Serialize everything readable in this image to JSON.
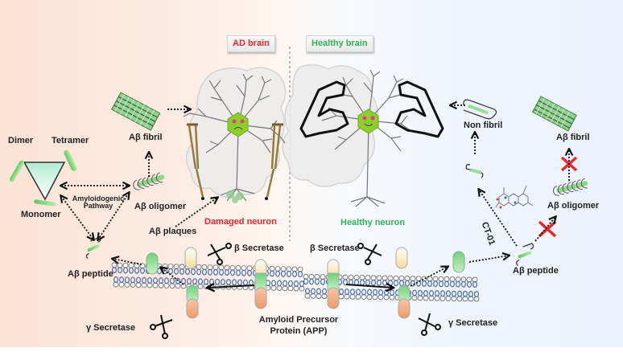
{
  "header": {
    "ad_brain": "AD brain",
    "healthy_brain": "Healthy brain"
  },
  "left_panel": {
    "dimer": "Dimer",
    "tetramer": "Tetramer",
    "monomer": "Monomer",
    "pathway_line1": "Amyloidogenic",
    "pathway_line2": "Pathway",
    "ab_fibril": "Aβ fibril",
    "ab_oligomer": "Aβ oligomer",
    "ab_plaques": "Aβ plaques",
    "ab_peptide": "Aβ peptide",
    "damaged_neuron": "Damaged neuron",
    "beta_secretase": "β Secretase",
    "gamma_secretase": "γ Secretase"
  },
  "center": {
    "app_line1": "Amyloid Precursor",
    "app_line2": "Protein (APP)"
  },
  "right_panel": {
    "healthy_neuron": "Healthy neuron",
    "beta_secretase": "β Secretase",
    "gamma_secretase": "γ Secretase",
    "non_fibril": "Non fibril",
    "ab_fibril": "Aβ fibril",
    "ab_oligomer": "Aβ oligomer",
    "ab_peptide": "Aβ peptide",
    "drug": "CT-01"
  },
  "colors": {
    "ad_label": "#e8262c",
    "healthy_label": "#2fb35a",
    "block_symbol": "#e8262c",
    "peptide_green": "#8fdc8f",
    "membrane_blue": "#4b6cb7",
    "crutch_brown": "#9a7a3c",
    "soma_green": "#8ccf2a"
  }
}
